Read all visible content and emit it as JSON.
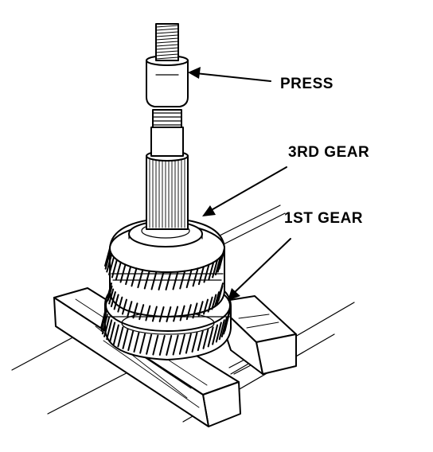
{
  "labels": {
    "press": "PRESS",
    "third_gear": "3RD GEAR",
    "first_gear": "1ST GEAR"
  },
  "colors": {
    "ink": "#000000",
    "paper": "#ffffff"
  }
}
